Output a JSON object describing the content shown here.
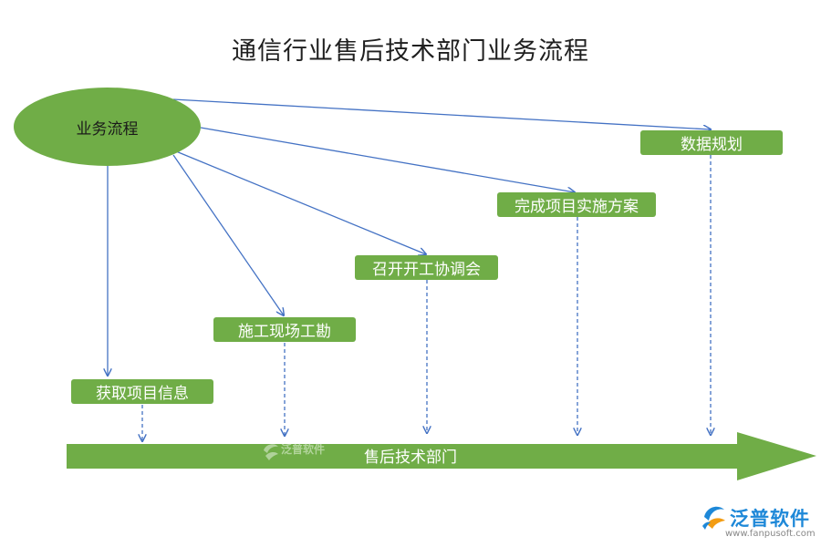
{
  "title": "通信行业售后技术部门业务流程",
  "root": {
    "label": "业务流程"
  },
  "steps": [
    {
      "label": "获取项目信息"
    },
    {
      "label": "施工现场工勘"
    },
    {
      "label": "召开开工协调会"
    },
    {
      "label": "完成项目实施方案"
    },
    {
      "label": "数据规划"
    }
  ],
  "timeline": {
    "label": "售后技术部门"
  },
  "watermark": {
    "text": "泛普软件"
  },
  "brand": {
    "name": "泛普软件",
    "url": "www.fanpusoft.com"
  },
  "colors": {
    "green": "#70ad47",
    "line": "#4472c4",
    "brand": "#1e88d8"
  }
}
